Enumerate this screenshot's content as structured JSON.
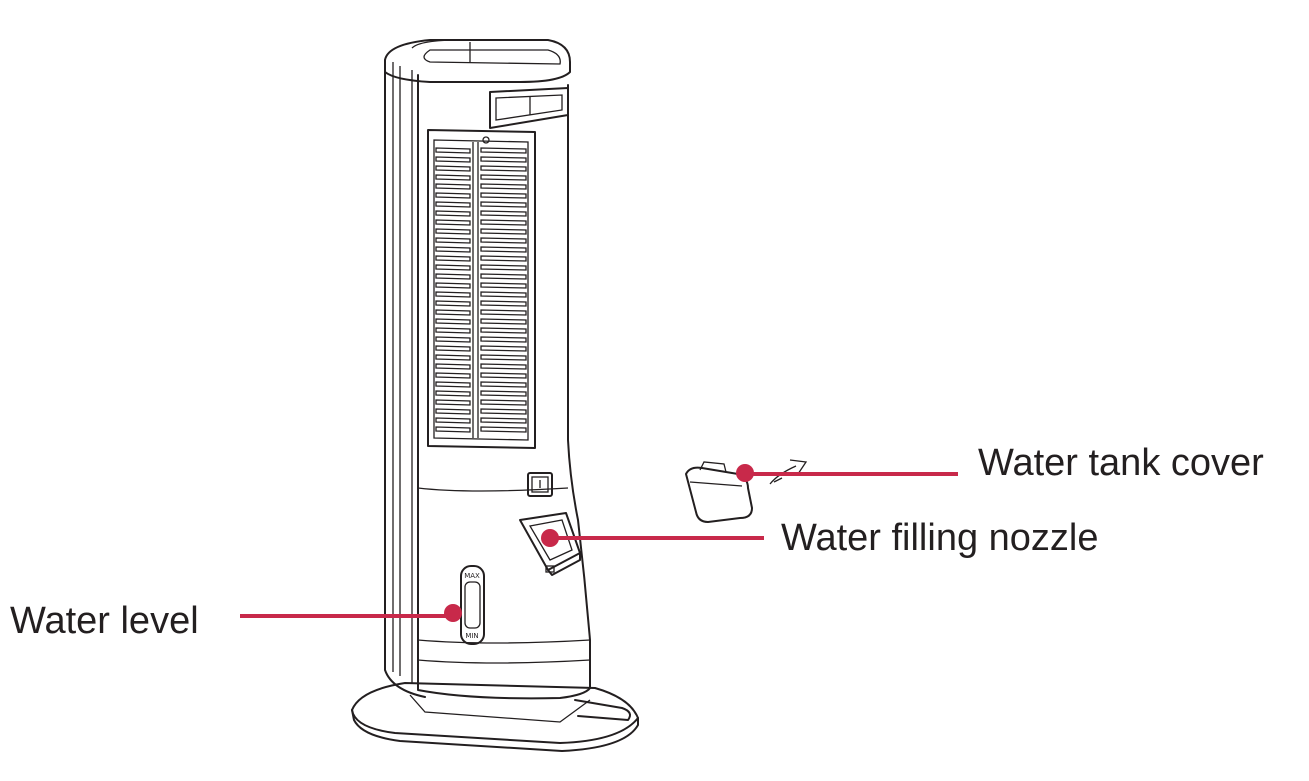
{
  "colors": {
    "accent": "#c8294a",
    "line": "#231f20",
    "background": "#ffffff"
  },
  "labels": {
    "water_tank_cover": "Water tank cover",
    "water_filling_nozzle": "Water filling nozzle",
    "water_level": "Water level"
  },
  "gauge": {
    "max_text": "MAX",
    "min_text": "MIN"
  }
}
